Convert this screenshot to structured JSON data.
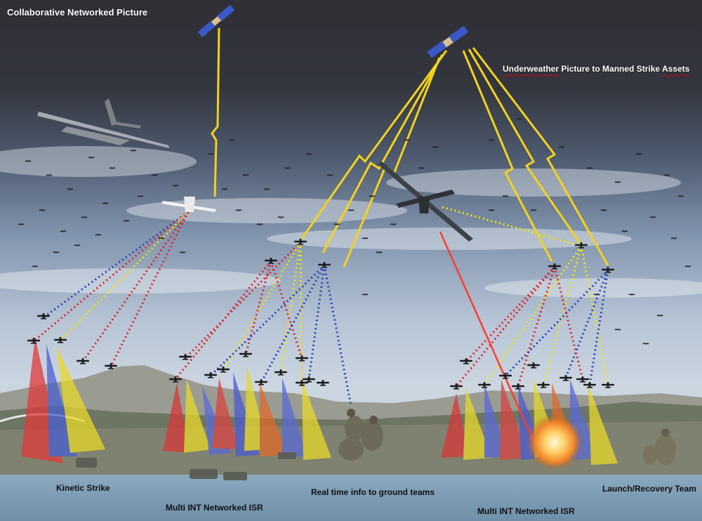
{
  "labels": {
    "title": "Collaborative  Networked Picture",
    "underweather_a": "Underweather",
    "underweather_b": " Picture to Manned Strike ",
    "underweather_c": "Assets",
    "kinetic_strike": "Kinetic  Strike",
    "isr_left": "Multi INT Networked ISR",
    "realtime": "Real time info to ground teams",
    "isr_right": "Multi INT Networked ISR",
    "launch_recovery": "Launch/Recovery Team"
  },
  "colors": {
    "sky_top": "#2f2f35",
    "sky_mid": "#5f7089",
    "sky_low": "#b9c6d6",
    "ground": "#8a8b78",
    "water": "#7f9fb6",
    "link_red": "#e0222a",
    "link_blue": "#2a3fb8",
    "link_yellow": "#f2e600",
    "satcom_yellow": "#f4d21c",
    "laser": "#ff3b2e"
  },
  "icons": {
    "satellite": "satellite-icon",
    "cargo_plane": "cargo-plane-icon",
    "drone": "drone-icon",
    "soldier": "soldier-icon",
    "vehicle": "vehicle-icon",
    "explosion": "explosion-icon"
  }
}
